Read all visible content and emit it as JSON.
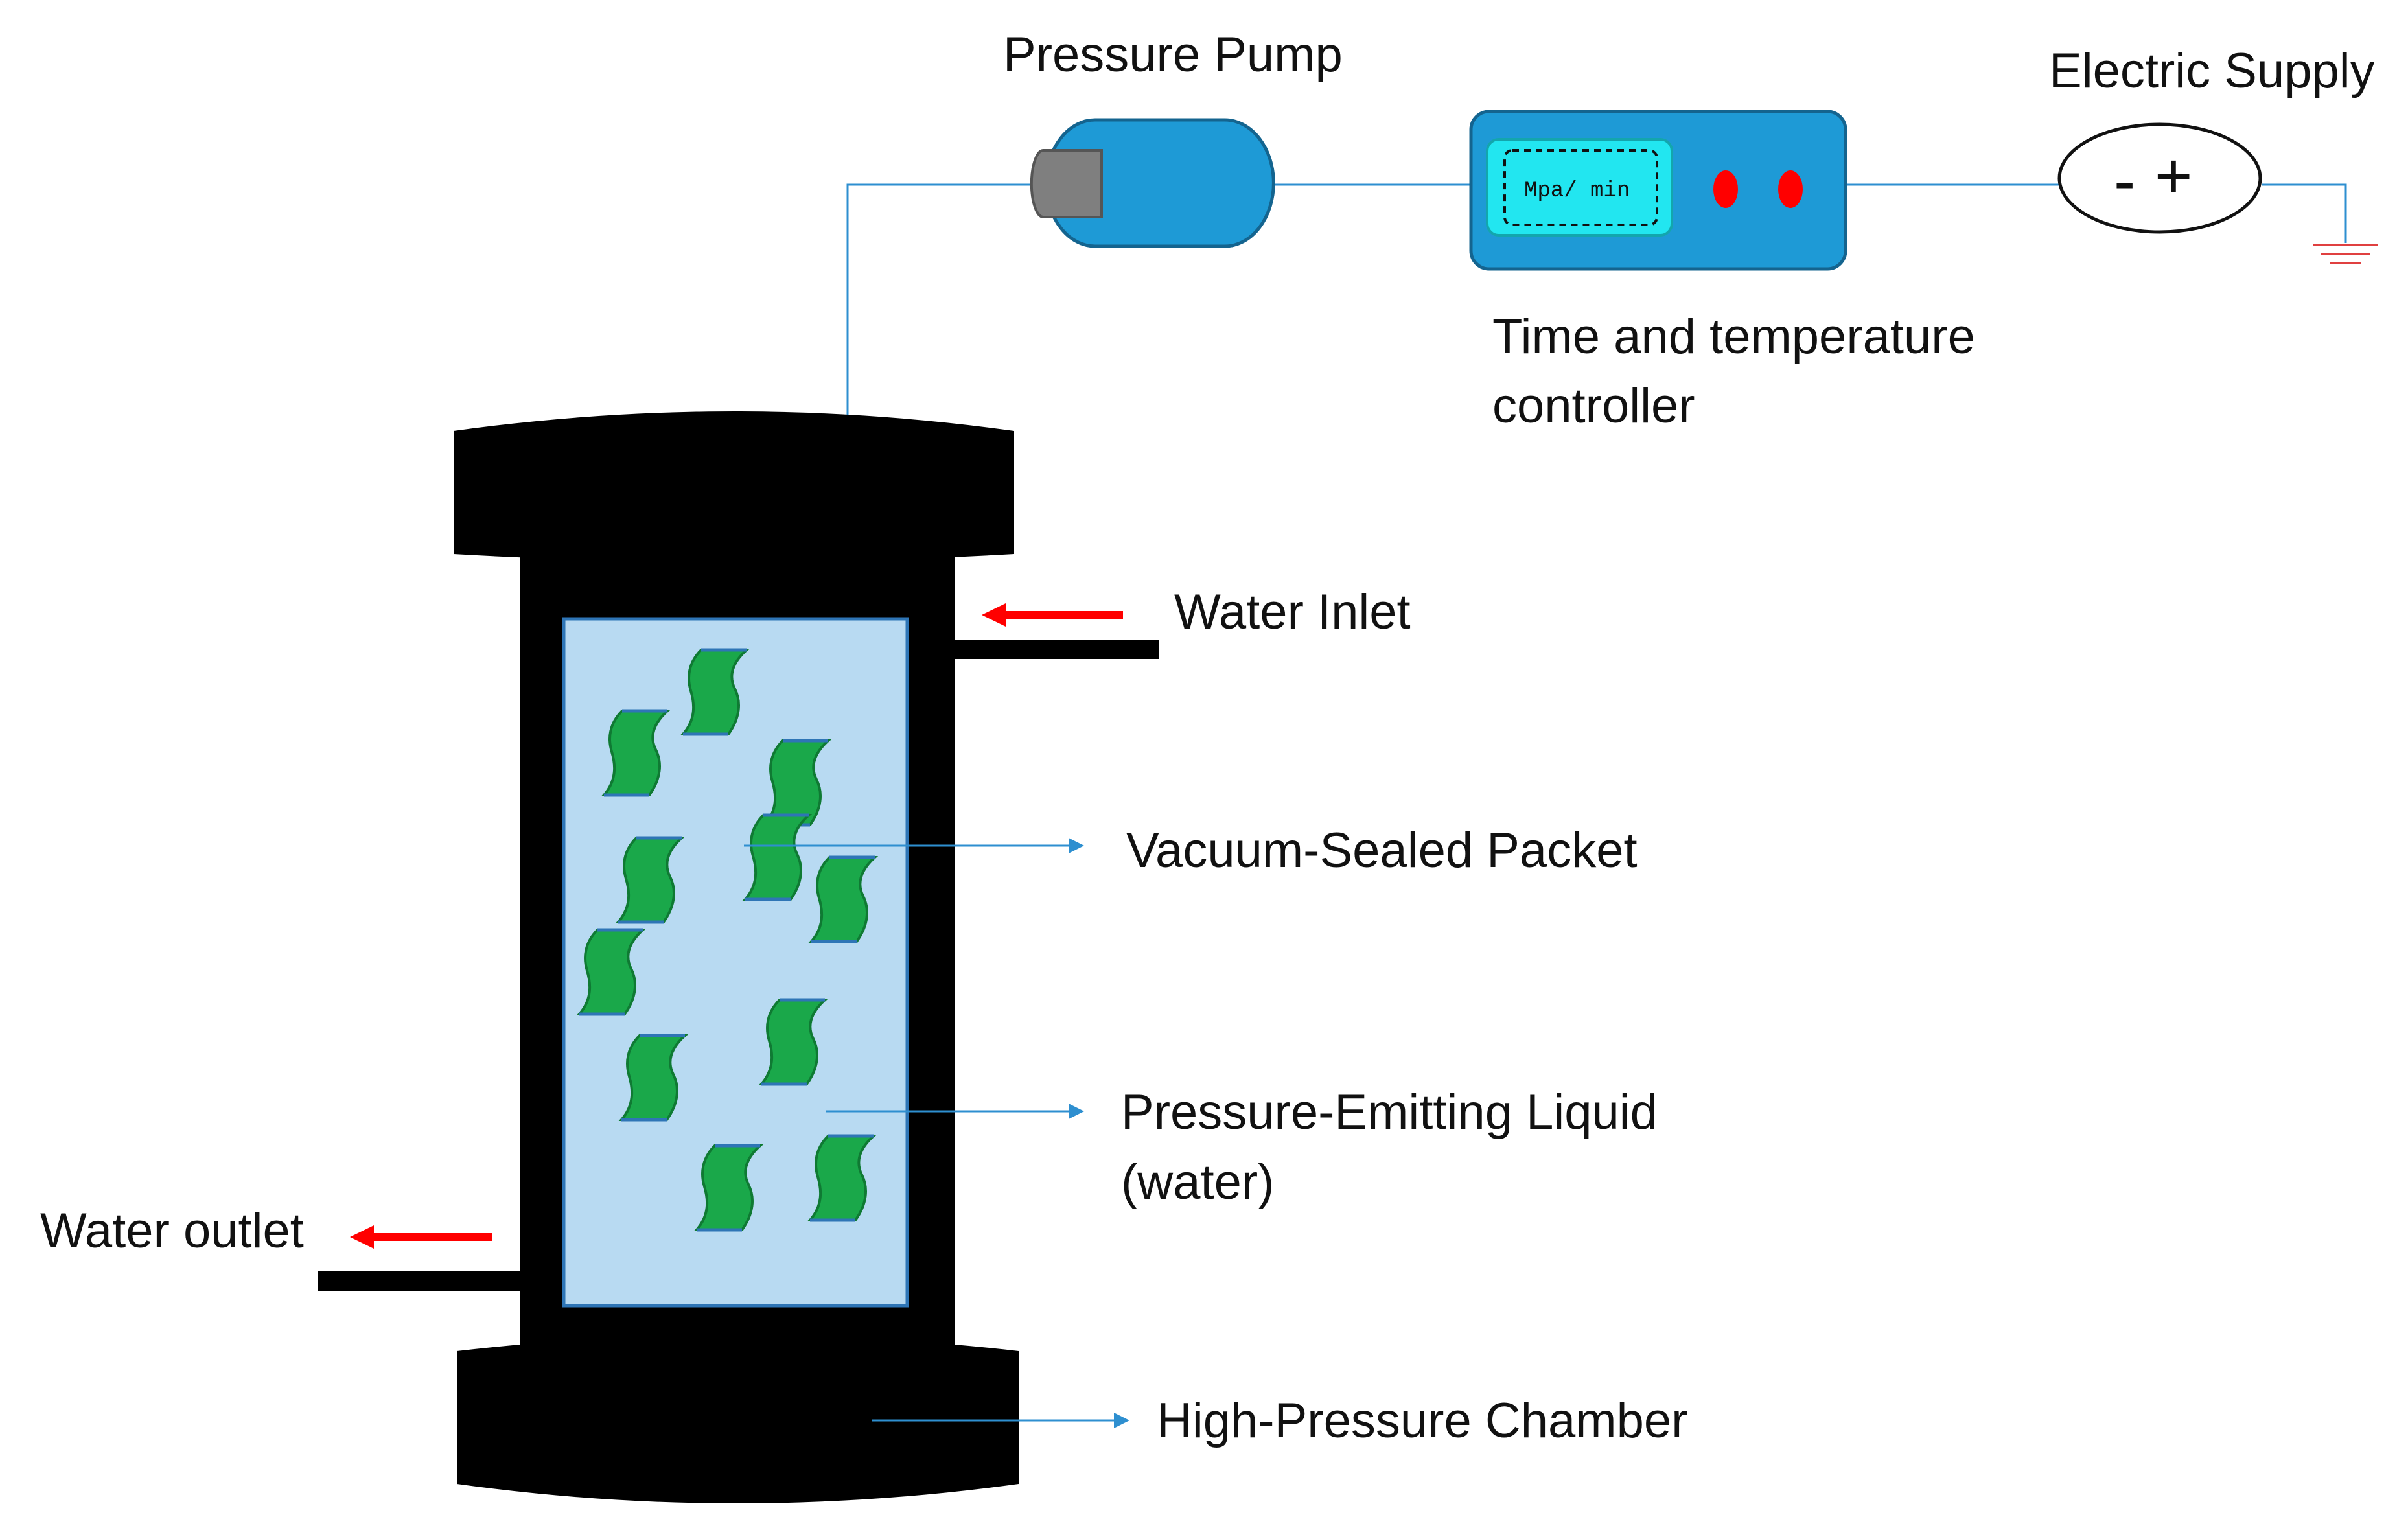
{
  "labels": {
    "pressure_pump": "Pressure Pump",
    "electric_supply": "Electric Supply",
    "controller_line1": "Time and temperature",
    "controller_line2": "controller",
    "water_inlet": "Water Inlet",
    "vacuum_sealed_packet": "Vacuum-Sealed Packet",
    "liquid_line1": "Pressure-Emitting Liquid",
    "liquid_line2": "(water)",
    "water_outlet": "Water outlet",
    "high_pressure_chamber": "High-Pressure Chamber"
  },
  "controller": {
    "display_text": "Mpa/ min"
  },
  "supply": {
    "minus": "-",
    "plus": "+"
  },
  "colors": {
    "chamber": "#000000",
    "liquid": "#b8daf2",
    "liquid_border": "#2e75b6",
    "packet": "#1aa84a",
    "pump": "#1e9ad6",
    "pump_cap": "#7f7f7f",
    "controller_body": "#1e9ad6",
    "controller_screen": "#22e6f0",
    "indicator": "#ff0000",
    "flow_arrow": "#ff0000",
    "leader_line": "#2e8fd0",
    "ground": "#e04040"
  },
  "icons": {
    "ground": "ground-symbol-icon",
    "packet": "packet-icon"
  }
}
